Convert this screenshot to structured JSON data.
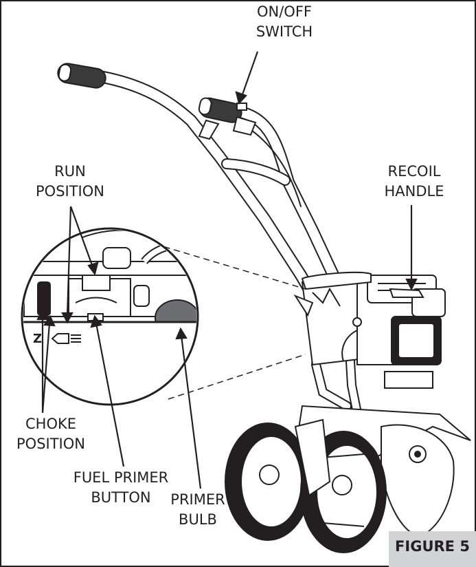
{
  "labels": {
    "onoff_switch": [
      "ON/OFF",
      "SWITCH"
    ],
    "run_position": [
      "RUN",
      "POSITION"
    ],
    "recoil_handle": [
      "RECOIL",
      "HANDLE"
    ],
    "choke_position": [
      "CHOKE",
      "POSITION"
    ],
    "fuel_primer_button": [
      "FUEL PRIMER",
      "BUTTON"
    ],
    "primer_bulb": [
      "PRIMER",
      "BULB"
    ]
  },
  "figure_label": "FIGURE 5",
  "colors": {
    "line": "#231f20",
    "figure_tag_bg": "#d1d3d4",
    "primer_bulb": "#6d6e71",
    "grip": "#3a3a3a"
  },
  "icons": [
    "handlebar-grip-icon",
    "engine-icon",
    "tine-icon",
    "wheel-icon",
    "fuel-tank-icon"
  ]
}
